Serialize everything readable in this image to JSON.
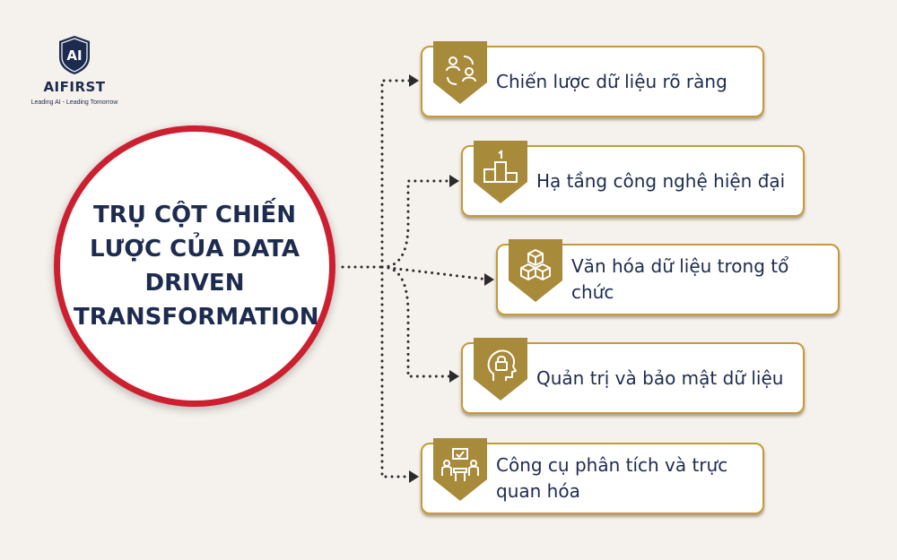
{
  "logo": {
    "mark": "AI",
    "name": "AIFIRST",
    "tagline": "Leading AI - Leading Tomorrow"
  },
  "center": {
    "title": "TRỤ CỘT CHIẾN LƯỢC CỦA DATA DRIVEN TRANSFORMATION"
  },
  "pillars": [
    {
      "label": "Chiến lược dữ liệu rõ ràng",
      "icon": "strategy-people-icon"
    },
    {
      "label": "Hạ tầng công nghệ hiện đại",
      "icon": "podium-icon"
    },
    {
      "label": "Văn hóa dữ liệu trong tổ chức",
      "icon": "boxes-icon"
    },
    {
      "label": "Quản trị và bảo mật dữ liệu",
      "icon": "head-lock-icon"
    },
    {
      "label": "Công cụ phân tích và trực quan hóa",
      "icon": "team-analytics-icon"
    }
  ],
  "colors": {
    "background": "#f5f1ed",
    "accent_gold": "#c59a3a",
    "badge_fill": "#a88a3b",
    "circle_border": "#cc1f2f",
    "text_navy": "#1d2b4f"
  }
}
